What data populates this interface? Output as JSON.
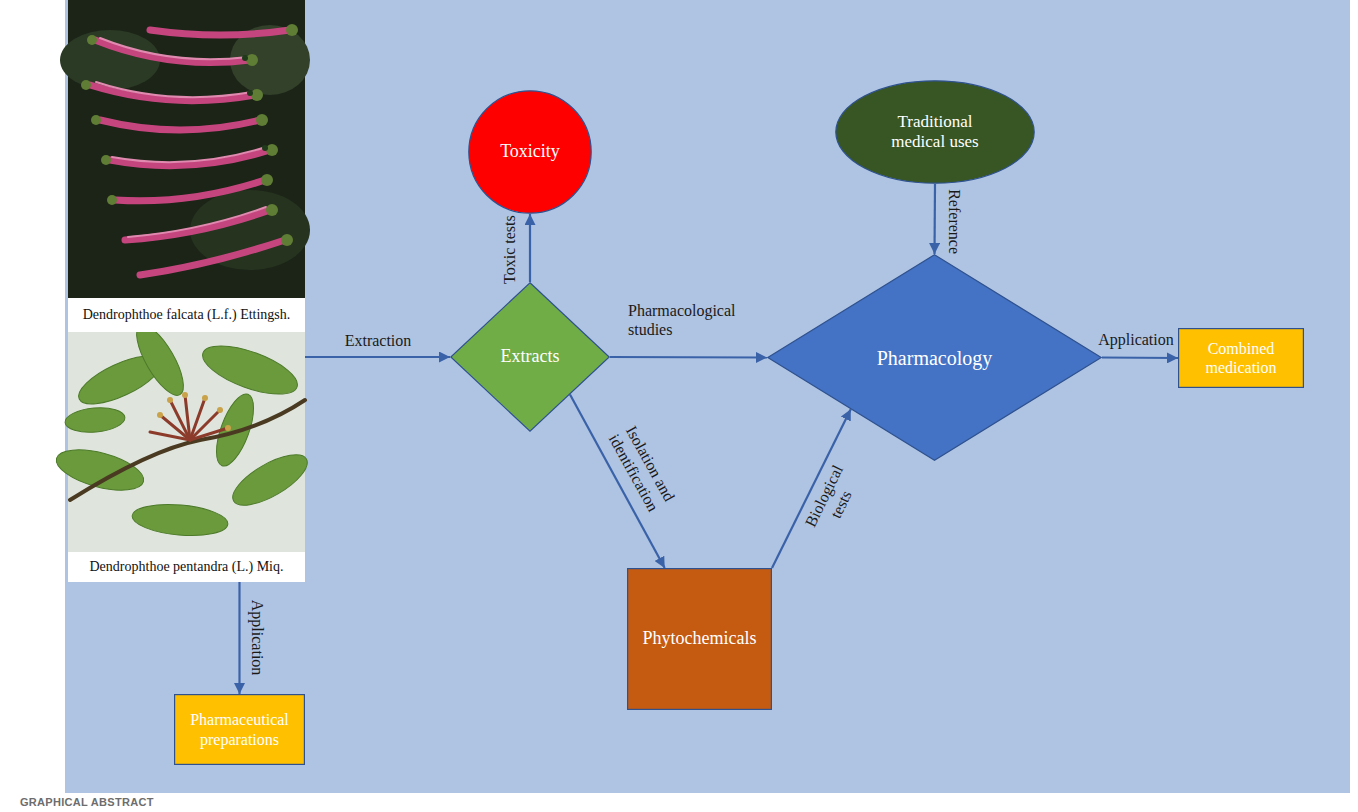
{
  "diagram": {
    "caption": "GRAPHICAL ABSTRACT",
    "nodes": [
      {
        "text": [
          "Dendrophthoe falcata (L.f.) Ettingsh."
        ]
      },
      {
        "text": [
          "Dendrophthoe pentandra (L.) Miq."
        ]
      },
      {
        "text": [
          "Toxicity"
        ]
      },
      {
        "text": [
          "Traditional medical uses"
        ]
      },
      {
        "text": [
          "Extracts"
        ]
      },
      {
        "text": [
          "Pharmacology"
        ]
      },
      {
        "text": [
          "Combined medication"
        ]
      },
      {
        "text": [
          "Phytochemicals"
        ]
      },
      {
        "text": [
          "Pharmaceutical preparations"
        ]
      }
    ],
    "edges": [
      {
        "from": 1,
        "to": 4,
        "arrow": "to",
        "label": "Extraction"
      },
      {
        "from": 4,
        "to": 2,
        "arrow": "to",
        "label": "Toxic tests"
      },
      {
        "from": 4,
        "to": 5,
        "arrow": "to",
        "label": "Pharmacological studies"
      },
      {
        "from": 4,
        "to": 7,
        "arrow": "to",
        "label": "Isolation and identification"
      },
      {
        "from": 7,
        "to": 5,
        "arrow": "to",
        "label": "Biological tests"
      },
      {
        "from": 3,
        "to": 5,
        "arrow": "to",
        "label": "Reference"
      },
      {
        "from": 5,
        "to": 6,
        "arrow": "to",
        "label": "Application"
      },
      {
        "from": 1,
        "to": 8,
        "arrow": "to",
        "label": "Application"
      }
    ]
  }
}
